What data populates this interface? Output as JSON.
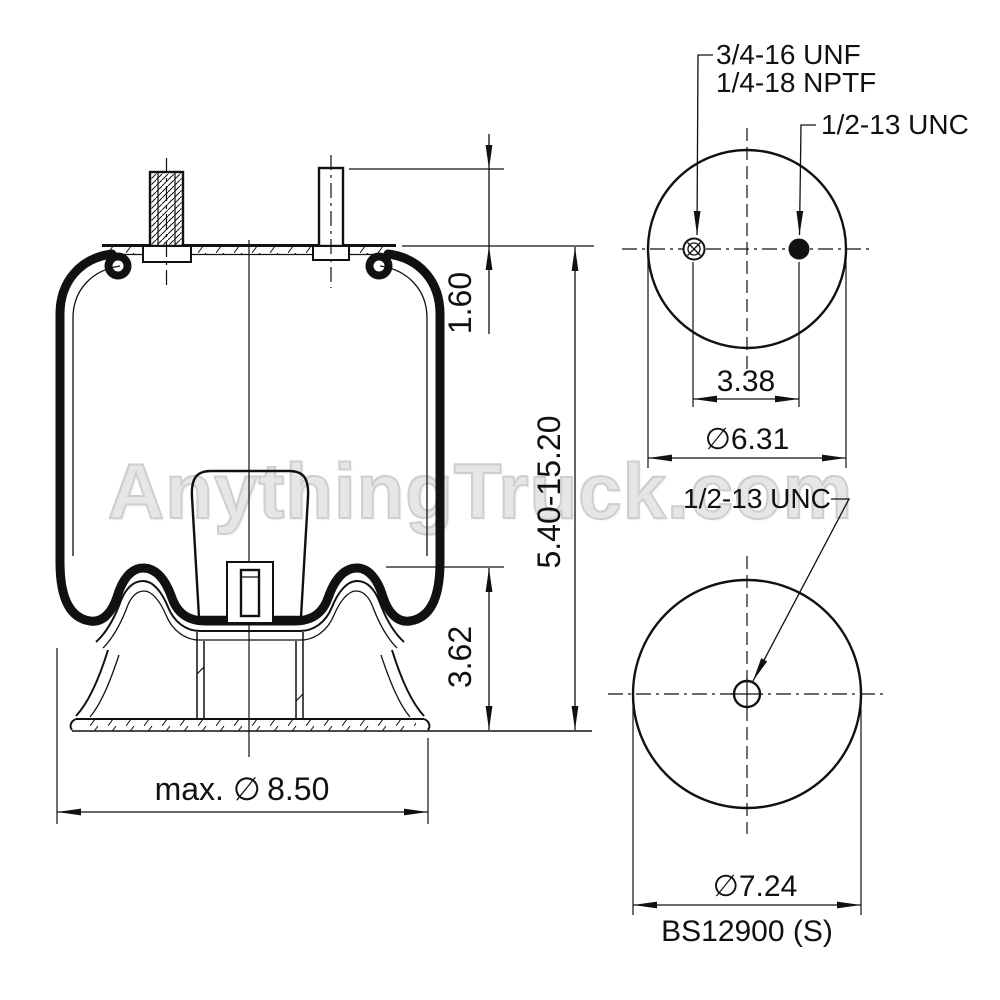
{
  "colors": {
    "line": "#111111",
    "watermark": "#e6e6e6"
  },
  "watermark": {
    "text": "AnythingTruck.com"
  },
  "side_view": {
    "dim_plate_to_stud_top": "1.60",
    "dim_height_range": "5.40-15.20",
    "dim_piston_height": "3.62",
    "dim_max_diameter": "max. ∅ 8.50"
  },
  "top_view": {
    "port_label_line1": "3/4-16 UNF",
    "port_label_line2": "1/4-18 NPTF",
    "stud_label": "1/2-13 UNC",
    "dim_hole_spacing": "3.38",
    "dim_plate_diameter": "∅6.31"
  },
  "bottom_view": {
    "stud_label": "1/2-13 UNC",
    "dim_piston_diameter": "∅7.24",
    "part_number": "BS12900 (S)"
  }
}
